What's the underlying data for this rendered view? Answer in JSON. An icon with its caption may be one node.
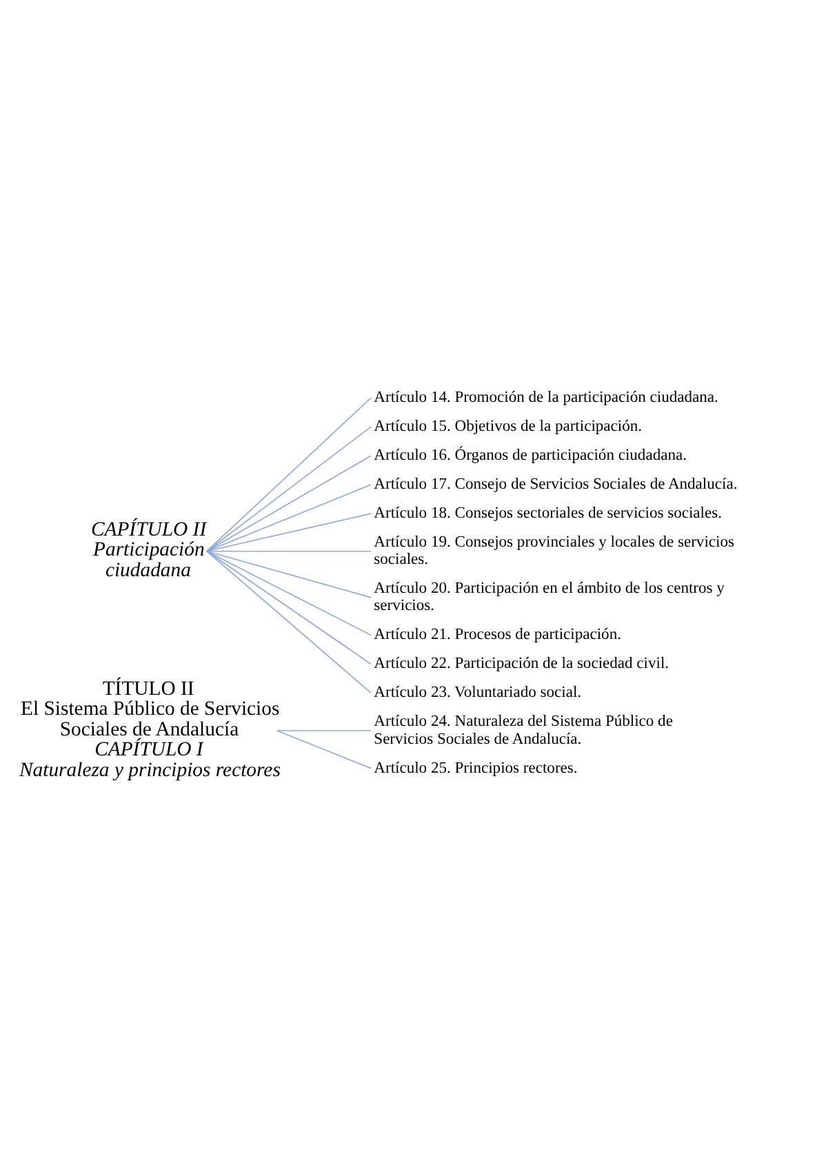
{
  "diagram": {
    "nodes": [
      {
        "text": [
          "CAPÍTULO II",
          "Participación ciudadana"
        ]
      },
      {
        "text": [
          "Artículo 14. Promoción de la participación ciudadana."
        ]
      },
      {
        "text": [
          "Artículo 15. Objetivos de la participación."
        ]
      },
      {
        "text": [
          "Artículo 16. Órganos de participación ciudadana."
        ]
      },
      {
        "text": [
          "Artículo 17. Consejo de Servicios Sociales de Andalucía."
        ]
      },
      {
        "text": [
          "Artículo 18. Consejos sectoriales de servicios sociales."
        ]
      },
      {
        "text": [
          "Artículo 19. Consejos provinciales y locales de servicios sociales."
        ]
      },
      {
        "text": [
          "Artículo 20. Participación en el ámbito de los centros y servicios."
        ]
      },
      {
        "text": [
          "Artículo 21. Procesos de participación."
        ]
      },
      {
        "text": [
          "Artículo 22. Participación de la sociedad civil."
        ]
      },
      {
        "text": [
          "Artículo 23. Voluntariado social."
        ]
      },
      {
        "text": [
          "TÍTULO II",
          "El Sistema Público de Servicios Sociales de Andalucía",
          "CAPÍTULO I",
          "Naturaleza y principios rectores"
        ]
      },
      {
        "text": [
          "Artículo 24. Naturaleza del Sistema Público de Servicios Sociales de Andalucía."
        ]
      },
      {
        "text": [
          "Artículo 25. Principios rectores."
        ]
      }
    ],
    "edges": [
      {
        "from": 0,
        "to": 1,
        "arrow": "none"
      },
      {
        "from": 0,
        "to": 2,
        "arrow": "none"
      },
      {
        "from": 0,
        "to": 3,
        "arrow": "none"
      },
      {
        "from": 0,
        "to": 4,
        "arrow": "none"
      },
      {
        "from": 0,
        "to": 5,
        "arrow": "none"
      },
      {
        "from": 0,
        "to": 6,
        "arrow": "none"
      },
      {
        "from": 0,
        "to": 7,
        "arrow": "none"
      },
      {
        "from": 0,
        "to": 8,
        "arrow": "none"
      },
      {
        "from": 0,
        "to": 9,
        "arrow": "none"
      },
      {
        "from": 0,
        "to": 10,
        "arrow": "none"
      },
      {
        "from": 11,
        "to": 12,
        "arrow": "none"
      },
      {
        "from": 11,
        "to": 13,
        "arrow": "none"
      }
    ]
  }
}
